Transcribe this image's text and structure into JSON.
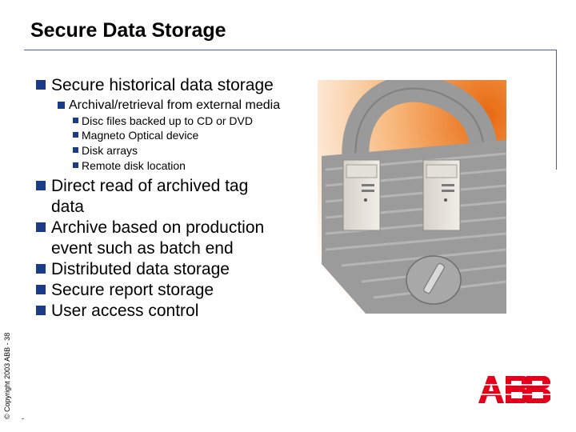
{
  "slide": {
    "title": "Secure Data Storage",
    "copyright": "© Copyright 2003 ABB - 38",
    "tick": "-"
  },
  "bullets": {
    "b1": "Secure historical data storage",
    "b1_sub": "Archival/retrieval from external media",
    "b1_sub_items": [
      "Disc files backed up to CD or DVD",
      "Magneto Optical device",
      "Disk arrays",
      "Remote disk location"
    ],
    "b2": "Direct read of archived tag data",
    "b3": "Archive based on production event such as batch end",
    "b4": "Distributed data storage",
    "b5": "Secure report storage",
    "b6": "User access control"
  },
  "logo": {
    "text": "ABB",
    "color": "#e2001a"
  },
  "image": {
    "name": "padlock-with-servers",
    "accent": "#f08a30"
  }
}
